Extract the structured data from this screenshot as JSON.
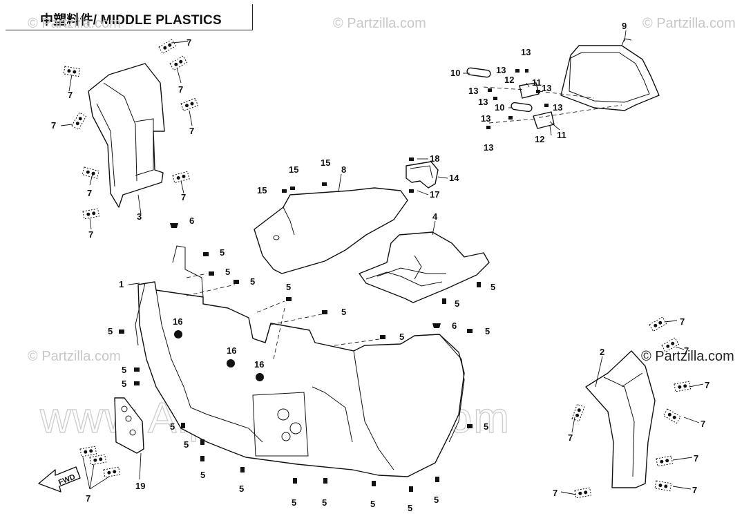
{
  "header": {
    "title": "中塑料件/ MIDDLE PLASTICS"
  },
  "watermarks": {
    "partzilla": "© Partzilla.com",
    "partzilla_corner": "© Partzilla.com",
    "alpha": "www.Alpha-Sports.com"
  },
  "direction_label": "FWD",
  "callouts": {
    "part_1": "1",
    "part_2": "2",
    "part_3": "3",
    "part_4": "4",
    "part_5": "5",
    "part_6": "6",
    "part_7": "7",
    "part_8": "8",
    "part_9": "9",
    "part_10": "10",
    "part_11": "11",
    "part_12": "12",
    "part_13": "13",
    "part_14": "14",
    "part_15": "15",
    "part_16": "16",
    "part_17": "17",
    "part_18": "18",
    "part_19": "19"
  },
  "colors": {
    "line": "#111111",
    "watermark": "#c8c8c8",
    "background": "#ffffff"
  }
}
